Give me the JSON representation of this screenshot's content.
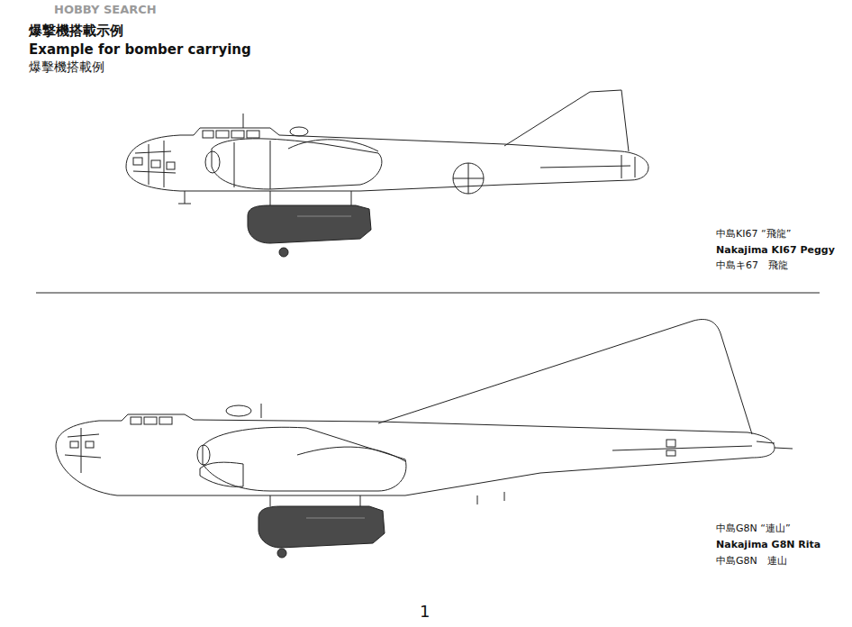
{
  "diagram": {
    "title": "Example for bomber carrying",
    "labels": [
      "HOBBY SEARCH",
      "爆撃機搭載示例",
      "爆擊機搭載例",
      "中島KI67 “飛龍”",
      "Nakajima KI67 Peggy",
      "中島キ67　飛龍",
      "中島G8N “連山”",
      "Nakajima G8N Rita",
      "中島G8N　連山",
      "1"
    ]
  }
}
